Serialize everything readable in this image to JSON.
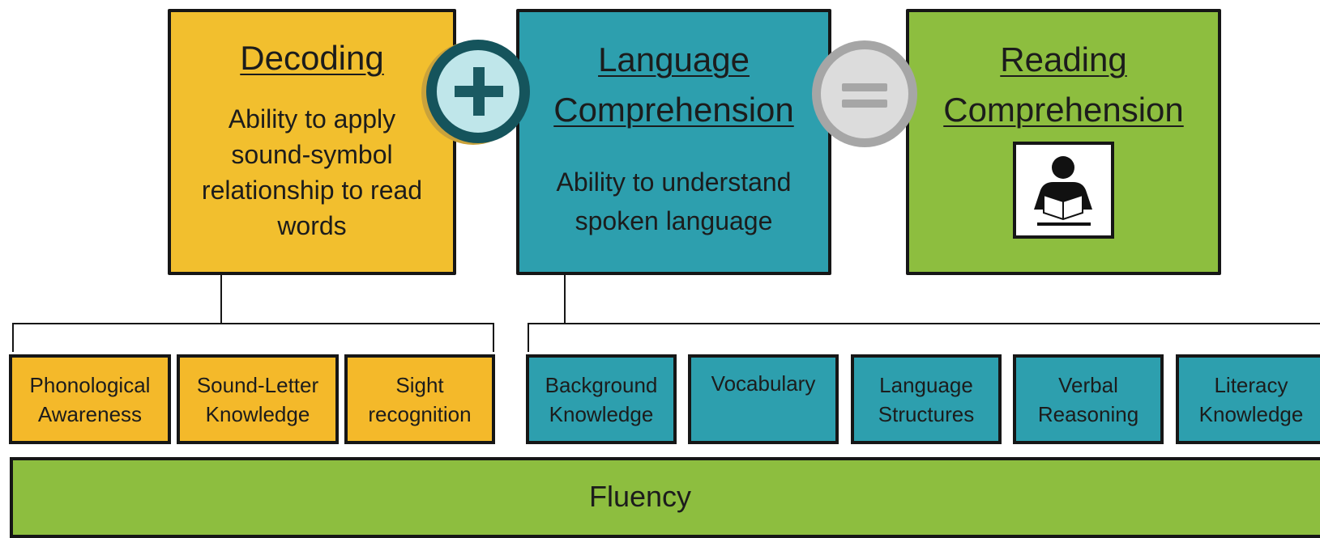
{
  "main_boxes": {
    "decoding": {
      "heading": "Decoding",
      "desc_lines": [
        "Ability to apply",
        "sound-symbol",
        "relationship to read",
        "words"
      ]
    },
    "language": {
      "heading_lines": [
        "Language",
        "Comprehension"
      ],
      "desc_lines": [
        "Ability to understand",
        "spoken language"
      ]
    },
    "reading": {
      "heading_lines": [
        "Reading",
        "Comprehension"
      ],
      "icon": "reading-person-icon"
    }
  },
  "operators": {
    "plus": "plus-icon",
    "equals": "equals-icon"
  },
  "decoding_skills": [
    [
      "Phonological",
      "Awareness"
    ],
    [
      "Sound-Letter",
      "Knowledge"
    ],
    [
      "Sight",
      "recognition"
    ]
  ],
  "language_skills": [
    [
      "Background",
      "Knowledge"
    ],
    [
      "Vocabulary"
    ],
    [
      "Language",
      "Structures"
    ],
    [
      "Verbal",
      "Reasoning"
    ],
    [
      "Literacy",
      "Knowledge"
    ]
  ],
  "foundation": {
    "label": "Fluency"
  },
  "colors": {
    "decoding": "#f2bf2e",
    "language": "#2d9fae",
    "reading": "#8dbe3f",
    "fluency": "#8dbe3f"
  }
}
